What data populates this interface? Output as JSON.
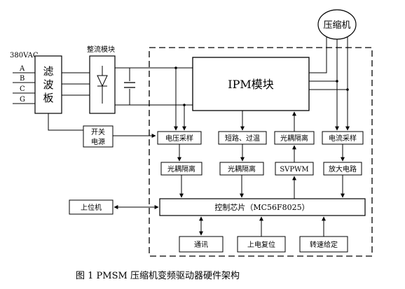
{
  "input_label": "380VAC",
  "phases": [
    "A",
    "B",
    "C",
    "G"
  ],
  "filter_board": [
    "滤",
    "波",
    "板"
  ],
  "rectifier_label": "整流模块",
  "ipm_label": "IPM模块",
  "compressor_label": "压缩机",
  "switch_power": [
    "开关",
    "电源"
  ],
  "sensing_blocks": [
    "电压采样",
    "短路、过温",
    "光耦隔离",
    "电流采样"
  ],
  "mid_blocks": [
    "光耦隔离",
    "光耦隔离",
    "SVPWM",
    "放大电路"
  ],
  "control_chip_label": "控制芯片（MC56F8025）",
  "host_label": "上位机",
  "bottom_blocks": [
    "通讯",
    "上电复位",
    "转速给定"
  ],
  "caption": "图 1   PMSM 压缩机变频驱动器硬件架构"
}
